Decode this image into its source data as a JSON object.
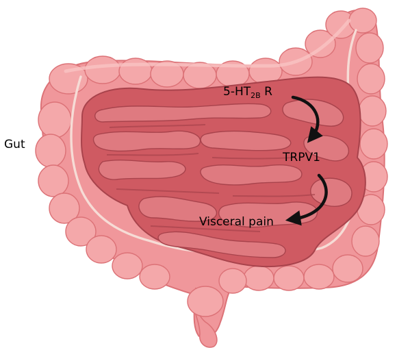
{
  "labels": {
    "organ": "Gut",
    "receptor_main": "5-HT",
    "receptor_sub": "2B",
    "receptor_suffix": " R",
    "channel": "TRPV1",
    "outcome": "Visceral pain"
  },
  "colors": {
    "colon_fill": "#f0979b",
    "colon_edge": "#dc7277",
    "colon_highlight": "#f9c3c3",
    "small_intestine_fill": "#cf5a62",
    "small_intestine_dark": "#a8434c",
    "small_intestine_light": "#df7a80",
    "artery_line": "#f6dcd6",
    "arrow": "#111111"
  }
}
